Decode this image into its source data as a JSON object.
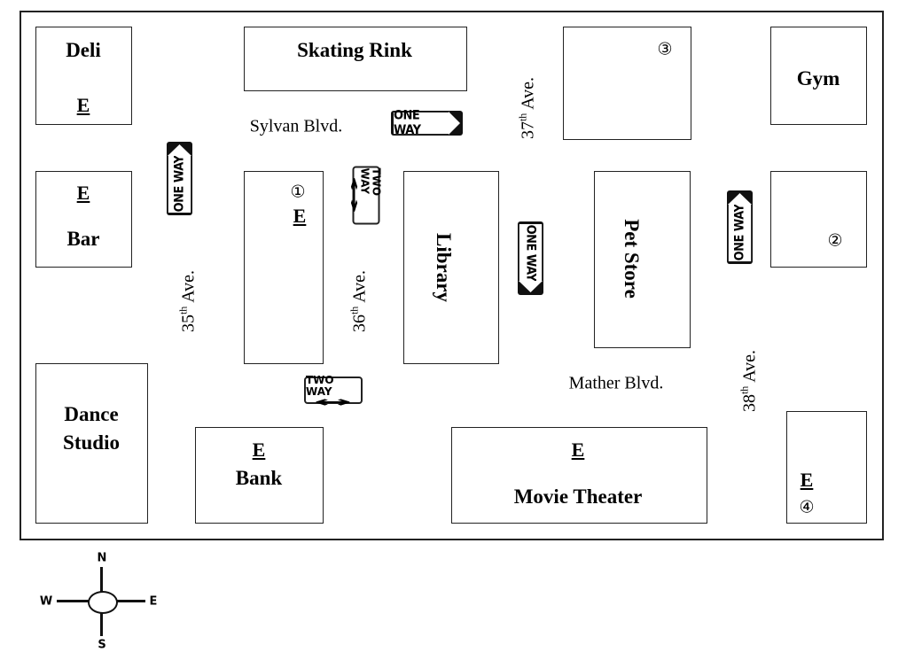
{
  "buildings": {
    "deli": {
      "name": "Deli",
      "entrance": "E"
    },
    "skating_rink": {
      "name": "Skating Rink"
    },
    "lot3": {
      "marker": "③"
    },
    "gym": {
      "name": "Gym"
    },
    "bar": {
      "name": "Bar",
      "entrance": "E"
    },
    "lot1": {
      "marker": "①",
      "entrance": "E"
    },
    "library": {
      "name": "Library"
    },
    "pet_store": {
      "name": "Pet Store"
    },
    "lot2": {
      "marker": "②"
    },
    "dance_studio": {
      "name_line1": "Dance",
      "name_line2": "Studio"
    },
    "bank": {
      "name": "Bank",
      "entrance": "E"
    },
    "movie_theater": {
      "name": "Movie Theater",
      "entrance": "E"
    },
    "lot4": {
      "marker": "④",
      "entrance": "E"
    }
  },
  "streets": {
    "sylvan": "Sylvan Blvd.",
    "mather": "Mather Blvd.",
    "ave35": {
      "num": "35",
      "suffix": "th",
      "rest": " Ave."
    },
    "ave36": {
      "num": "36",
      "suffix": "th",
      "rest": " Ave."
    },
    "ave37": {
      "num": "37",
      "suffix": "th",
      "rest": " Ave."
    },
    "ave38": {
      "num": "38",
      "suffix": "th",
      "rest": " Ave."
    }
  },
  "signs": {
    "one_way": "ONE WAY",
    "two_way": "TWO WAY",
    "sylvan_direction": "east",
    "ave35_direction": "north",
    "ave37_direction": "south",
    "ave38_direction": "north"
  },
  "compass": {
    "n": "N",
    "s": "S",
    "e": "E",
    "w": "W"
  }
}
